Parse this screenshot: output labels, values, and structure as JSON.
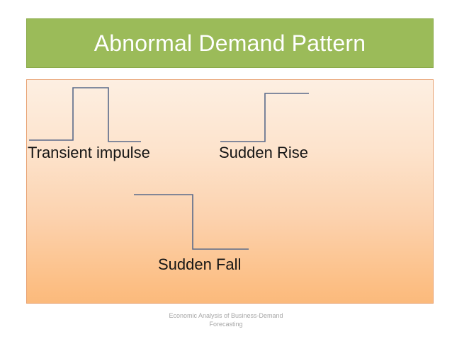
{
  "slide": {
    "title": "Abnormal Demand Pattern",
    "footer_line_1": "Economic Analysis of Business-Demand",
    "footer_line_2": "Forecasting",
    "colors": {
      "title_banner_fill": "#9BBB59",
      "title_banner_border": "#8AAA49",
      "title_text": "#FFFFFF",
      "content_border": "#E8A273",
      "content_gradient_top": "#FDEFE2",
      "content_gradient_bottom": "#FBBA7C",
      "plot_line": "#5A6A8A",
      "label_text": "#151515",
      "footer_text": "#A6A6A6"
    }
  },
  "chart_data": {
    "type": "line",
    "title": "Abnormal Demand Pattern",
    "xlabel": "",
    "ylabel": "",
    "grid": false,
    "legend": "none",
    "axis_ranges": {
      "x": [
        0,
        575
      ],
      "y": [
        0,
        317
      ]
    },
    "note": "Three schematic step/pulse demand curves drawn without axes. Coordinates are in content-box pixel space (575x317).",
    "series": [
      {
        "name": "Transient impulse",
        "label": "Transient impulse",
        "description": "Flat baseline, a sharp rise to a high plateau, then a sharp return to the original baseline.",
        "points": [
          [
            3,
            85
          ],
          [
            65,
            85
          ],
          [
            65,
            11
          ],
          [
            115,
            11
          ],
          [
            115,
            87
          ],
          [
            161,
            87
          ]
        ]
      },
      {
        "name": "Sudden Rise",
        "label": "Sudden Rise",
        "description": "Flat low baseline, a sharp vertical step up, then a flat higher plateau that does not return.",
        "points": [
          [
            273,
            87
          ],
          [
            336,
            87
          ],
          [
            336,
            19
          ],
          [
            398,
            19
          ]
        ]
      },
      {
        "name": "Sudden Fall",
        "label": "Sudden Fall",
        "description": "Flat high baseline, a sharp vertical step down, then a flat lower plateau that does not recover.",
        "points": [
          [
            151,
            162
          ],
          [
            234,
            162
          ],
          [
            234,
            239
          ],
          [
            313,
            239
          ]
        ]
      }
    ]
  }
}
